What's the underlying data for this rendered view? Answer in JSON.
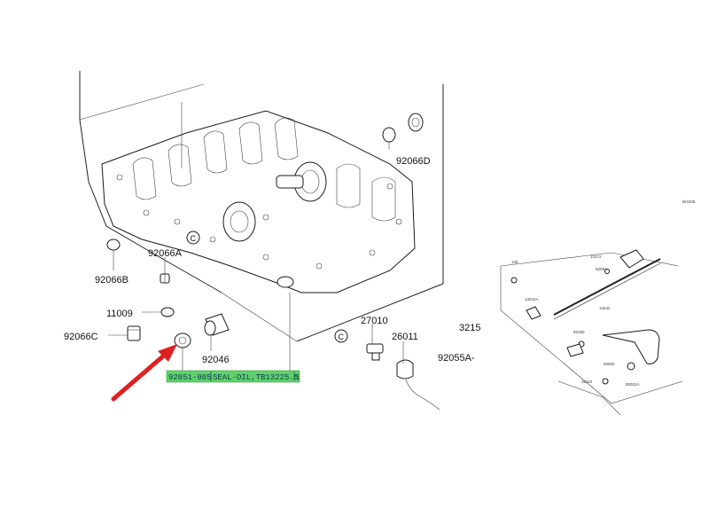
{
  "diagram": {
    "callout_labels": {
      "p92066D": "92066D",
      "p92066A": "92066A",
      "p92066B": "92066B",
      "p11009": "11009",
      "p92066C": "92066C",
      "p92046": "92046",
      "p27010": "27010",
      "p26011": "26011",
      "p3215": "3215",
      "p92055A": "92055A-"
    },
    "circle_markers": [
      "C",
      "C"
    ],
    "tooltip": {
      "part_number": "92051-005",
      "description": "SEAL-OIL,TB13225.5",
      "suffix": "1"
    },
    "inset": {
      "corner_code": "B/4336",
      "labels": {
        "l130": "130",
        "l13172": "13172",
        "l13242A": "13242A",
        "l92081": "92081",
        "l13242": "13242",
        "l92150": "92150",
        "l92002": "92002",
        "l39110": "39110",
        "l92022A": "92022A"
      }
    },
    "colors": {
      "arrow": "#e02020",
      "tooltip_bg": "#5fd26a",
      "line": "#222222"
    }
  }
}
